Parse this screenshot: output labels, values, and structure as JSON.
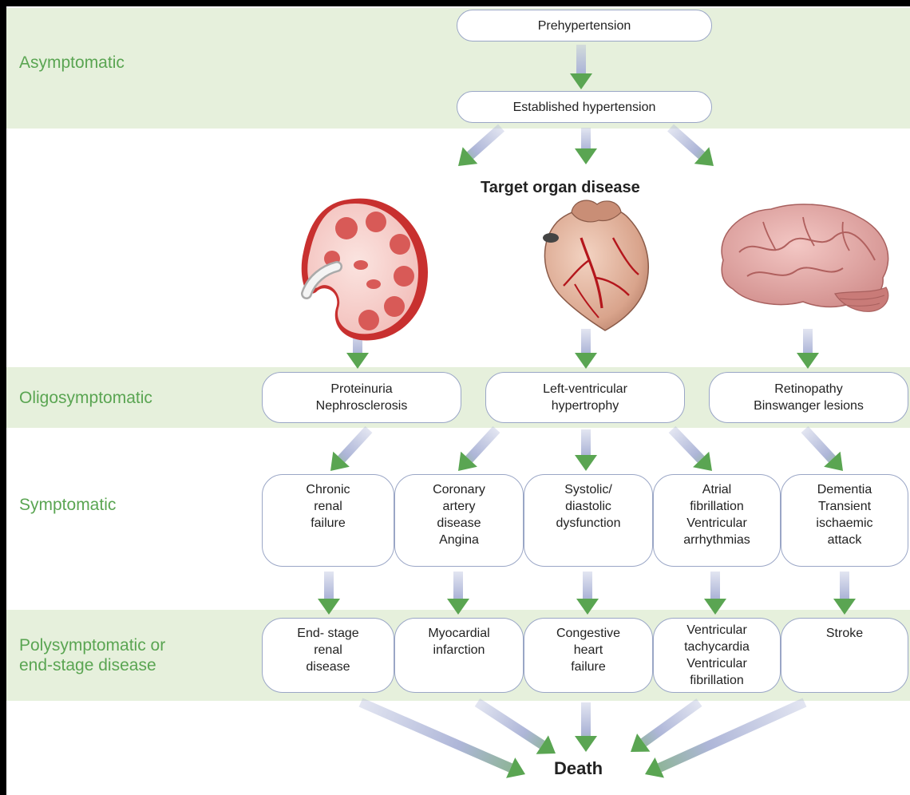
{
  "stages": {
    "asymptomatic": "Asymptomatic",
    "oligosymptomatic": "Oligosymptomatic",
    "symptomatic": "Symptomatic",
    "polysymptomatic": "Polysymptomatic or\nend-stage disease"
  },
  "nodes": {
    "prehypertension": "Prehypertension",
    "established": "Established hypertension",
    "target_heading": "Target organ disease",
    "oligo": [
      "Proteinuria\nNephrosclerosis",
      "Left-ventricular\nhypertrophy",
      "Retinopathy\nBinswanger lesions"
    ],
    "symptomatic": [
      "Chronic\nrenal\nfailure",
      "Coronary\nartery\ndisease\nAngina",
      "Systolic/\ndiastolic\ndysfunction",
      "Atrial\nfibrillation\nVentricular\narrhythmias",
      "Dementia\nTransient\nischaemic\nattack"
    ],
    "endstage": [
      "End- stage\nrenal\ndisease",
      "Myocardial\ninfarction",
      "Congestive\nheart\nfailure",
      "Ventricular\ntachycardia\nVentricular\nfibrillation",
      "Stroke"
    ],
    "death": "Death"
  },
  "organs": [
    "kidney",
    "heart",
    "brain"
  ],
  "colors": {
    "band": "#e6f0dc",
    "stage_text": "#5aa552",
    "arrow_tail": "#aeb6d8",
    "arrow_head": "#5aa552",
    "box_border": "#9aa6c6"
  }
}
